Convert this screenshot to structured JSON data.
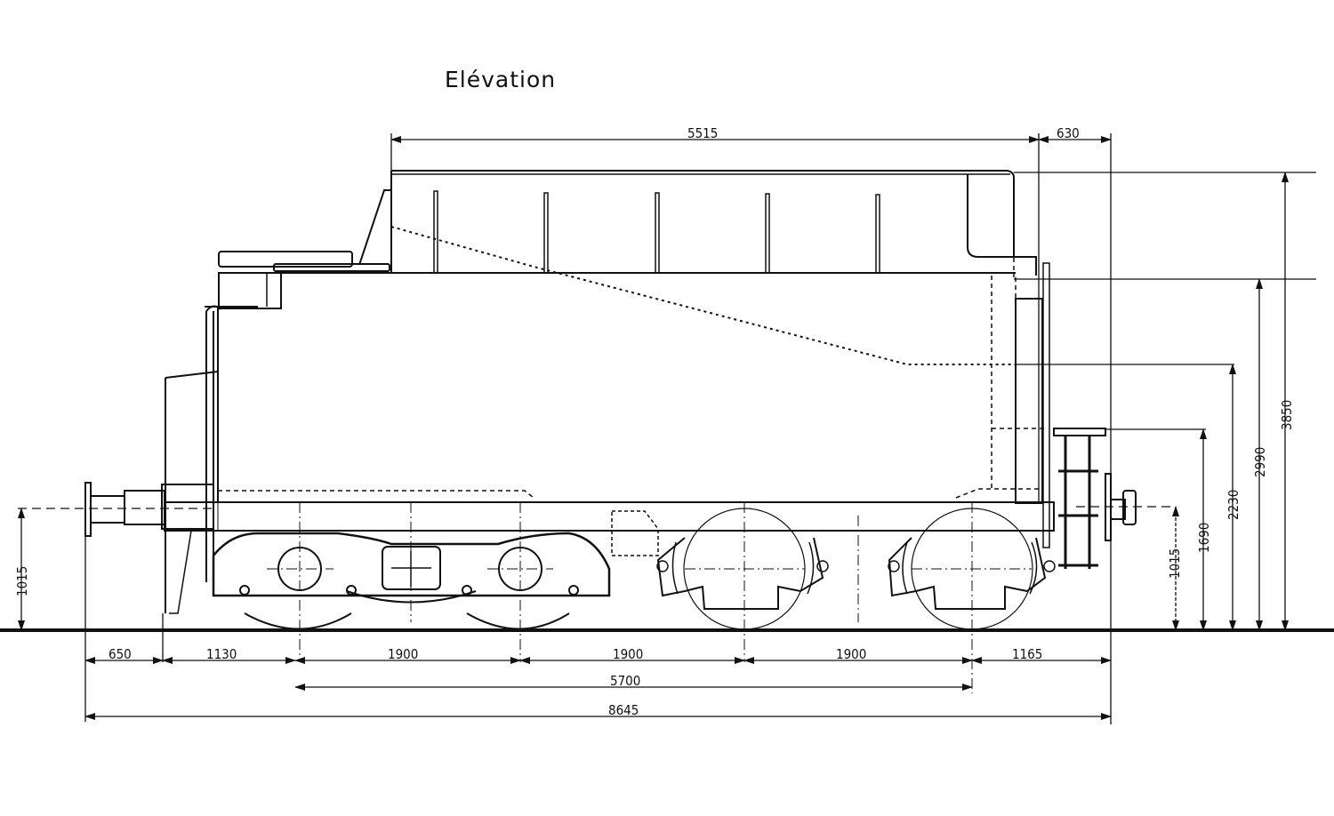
{
  "drawing": {
    "title": "Elévation",
    "ink_color": "#111111",
    "background": "#ffffff"
  },
  "dimensions": {
    "top": {
      "body_length": "5515",
      "rear_overhang": "630"
    },
    "heights": {
      "buffer_left": "1015",
      "buffer_right": "1015",
      "h_1690": "1690",
      "h_2230": "2230",
      "h_2990": "2990",
      "h_3850": "3850"
    },
    "bottom": {
      "front_buffer": "650",
      "front_to_bogie": "1130",
      "axle_1_2": "1900",
      "axle_2_3": "1900",
      "axle_3_4": "1900",
      "rear_to_buffer": "1165",
      "wheelbase_total": "5700",
      "overall_length": "8645"
    }
  }
}
